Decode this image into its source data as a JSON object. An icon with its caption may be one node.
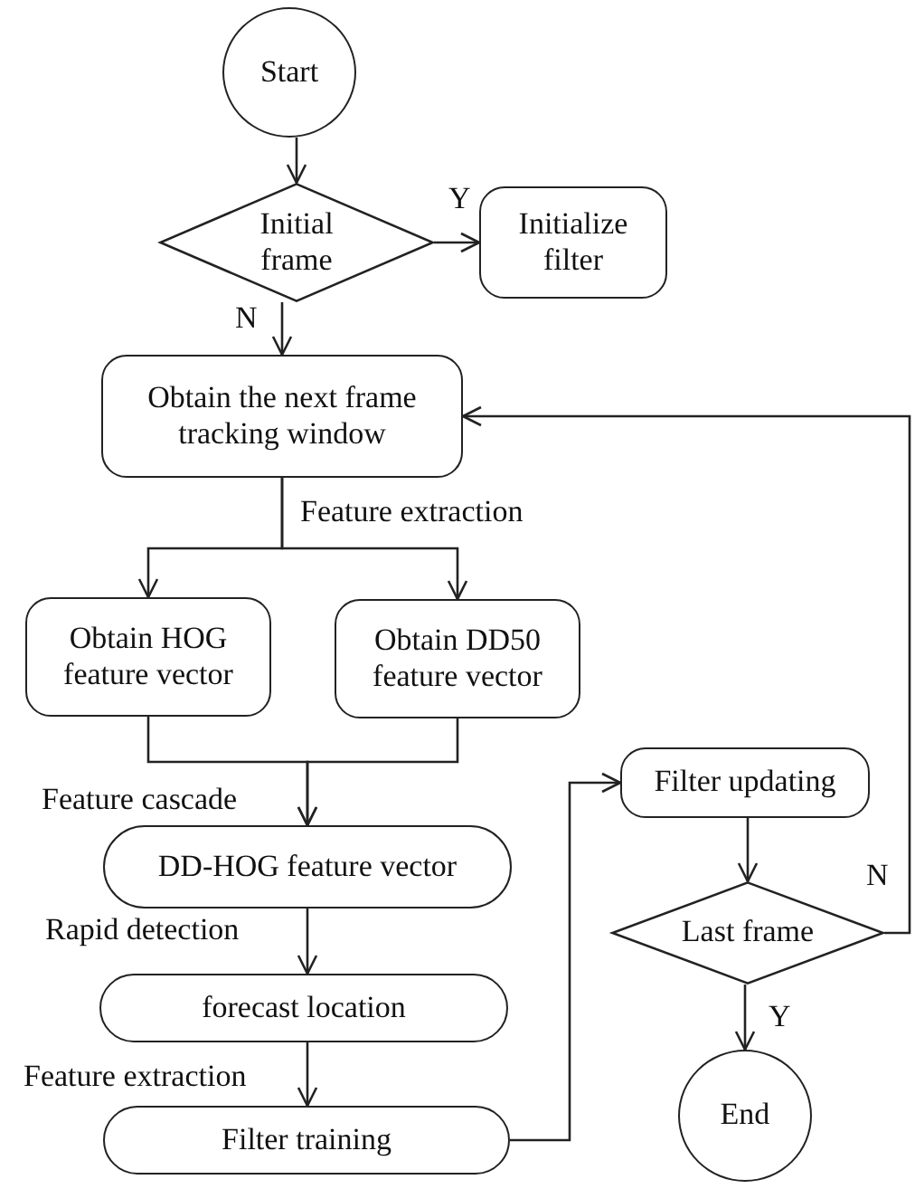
{
  "diagram": {
    "nodes": [
      {
        "text": [
          "Start"
        ]
      },
      {
        "text": [
          "Initial frame"
        ]
      },
      {
        "text": [
          "Initialize filter"
        ]
      },
      {
        "text": [
          "Obtain the next frame tracking window"
        ]
      },
      {
        "text": [
          "Obtain HOG feature vector"
        ]
      },
      {
        "text": [
          "Obtain DD50 feature vector"
        ]
      },
      {
        "text": [
          "DD-HOG feature vector"
        ]
      },
      {
        "text": [
          "forecast location"
        ]
      },
      {
        "text": [
          "Filter training"
        ]
      },
      {
        "text": [
          "Filter updating"
        ]
      },
      {
        "text": [
          "Last frame"
        ]
      },
      {
        "text": [
          "End"
        ]
      }
    ],
    "edges": [
      {
        "from": 0,
        "to": 1,
        "arrow": "to"
      },
      {
        "from": 1,
        "to": 2,
        "arrow": "to",
        "label": "Y"
      },
      {
        "from": 1,
        "to": 3,
        "arrow": "to",
        "label": "N"
      },
      {
        "from": 3,
        "to": 4,
        "arrow": "to",
        "label": "Feature extraction"
      },
      {
        "from": 3,
        "to": 5,
        "arrow": "to"
      },
      {
        "from": 4,
        "to": 6,
        "arrow": "to",
        "label": "Feature cascade"
      },
      {
        "from": 5,
        "to": 6,
        "arrow": "to"
      },
      {
        "from": 6,
        "to": 7,
        "arrow": "to",
        "label": "Rapid detection"
      },
      {
        "from": 7,
        "to": 8,
        "arrow": "to",
        "label": "Feature extraction"
      },
      {
        "from": 8,
        "to": 9,
        "arrow": "to"
      },
      {
        "from": 9,
        "to": 10,
        "arrow": "to"
      },
      {
        "from": 10,
        "to": 3,
        "arrow": "to",
        "label": "N"
      },
      {
        "from": 10,
        "to": 11,
        "arrow": "to",
        "label": "Y"
      }
    ]
  }
}
